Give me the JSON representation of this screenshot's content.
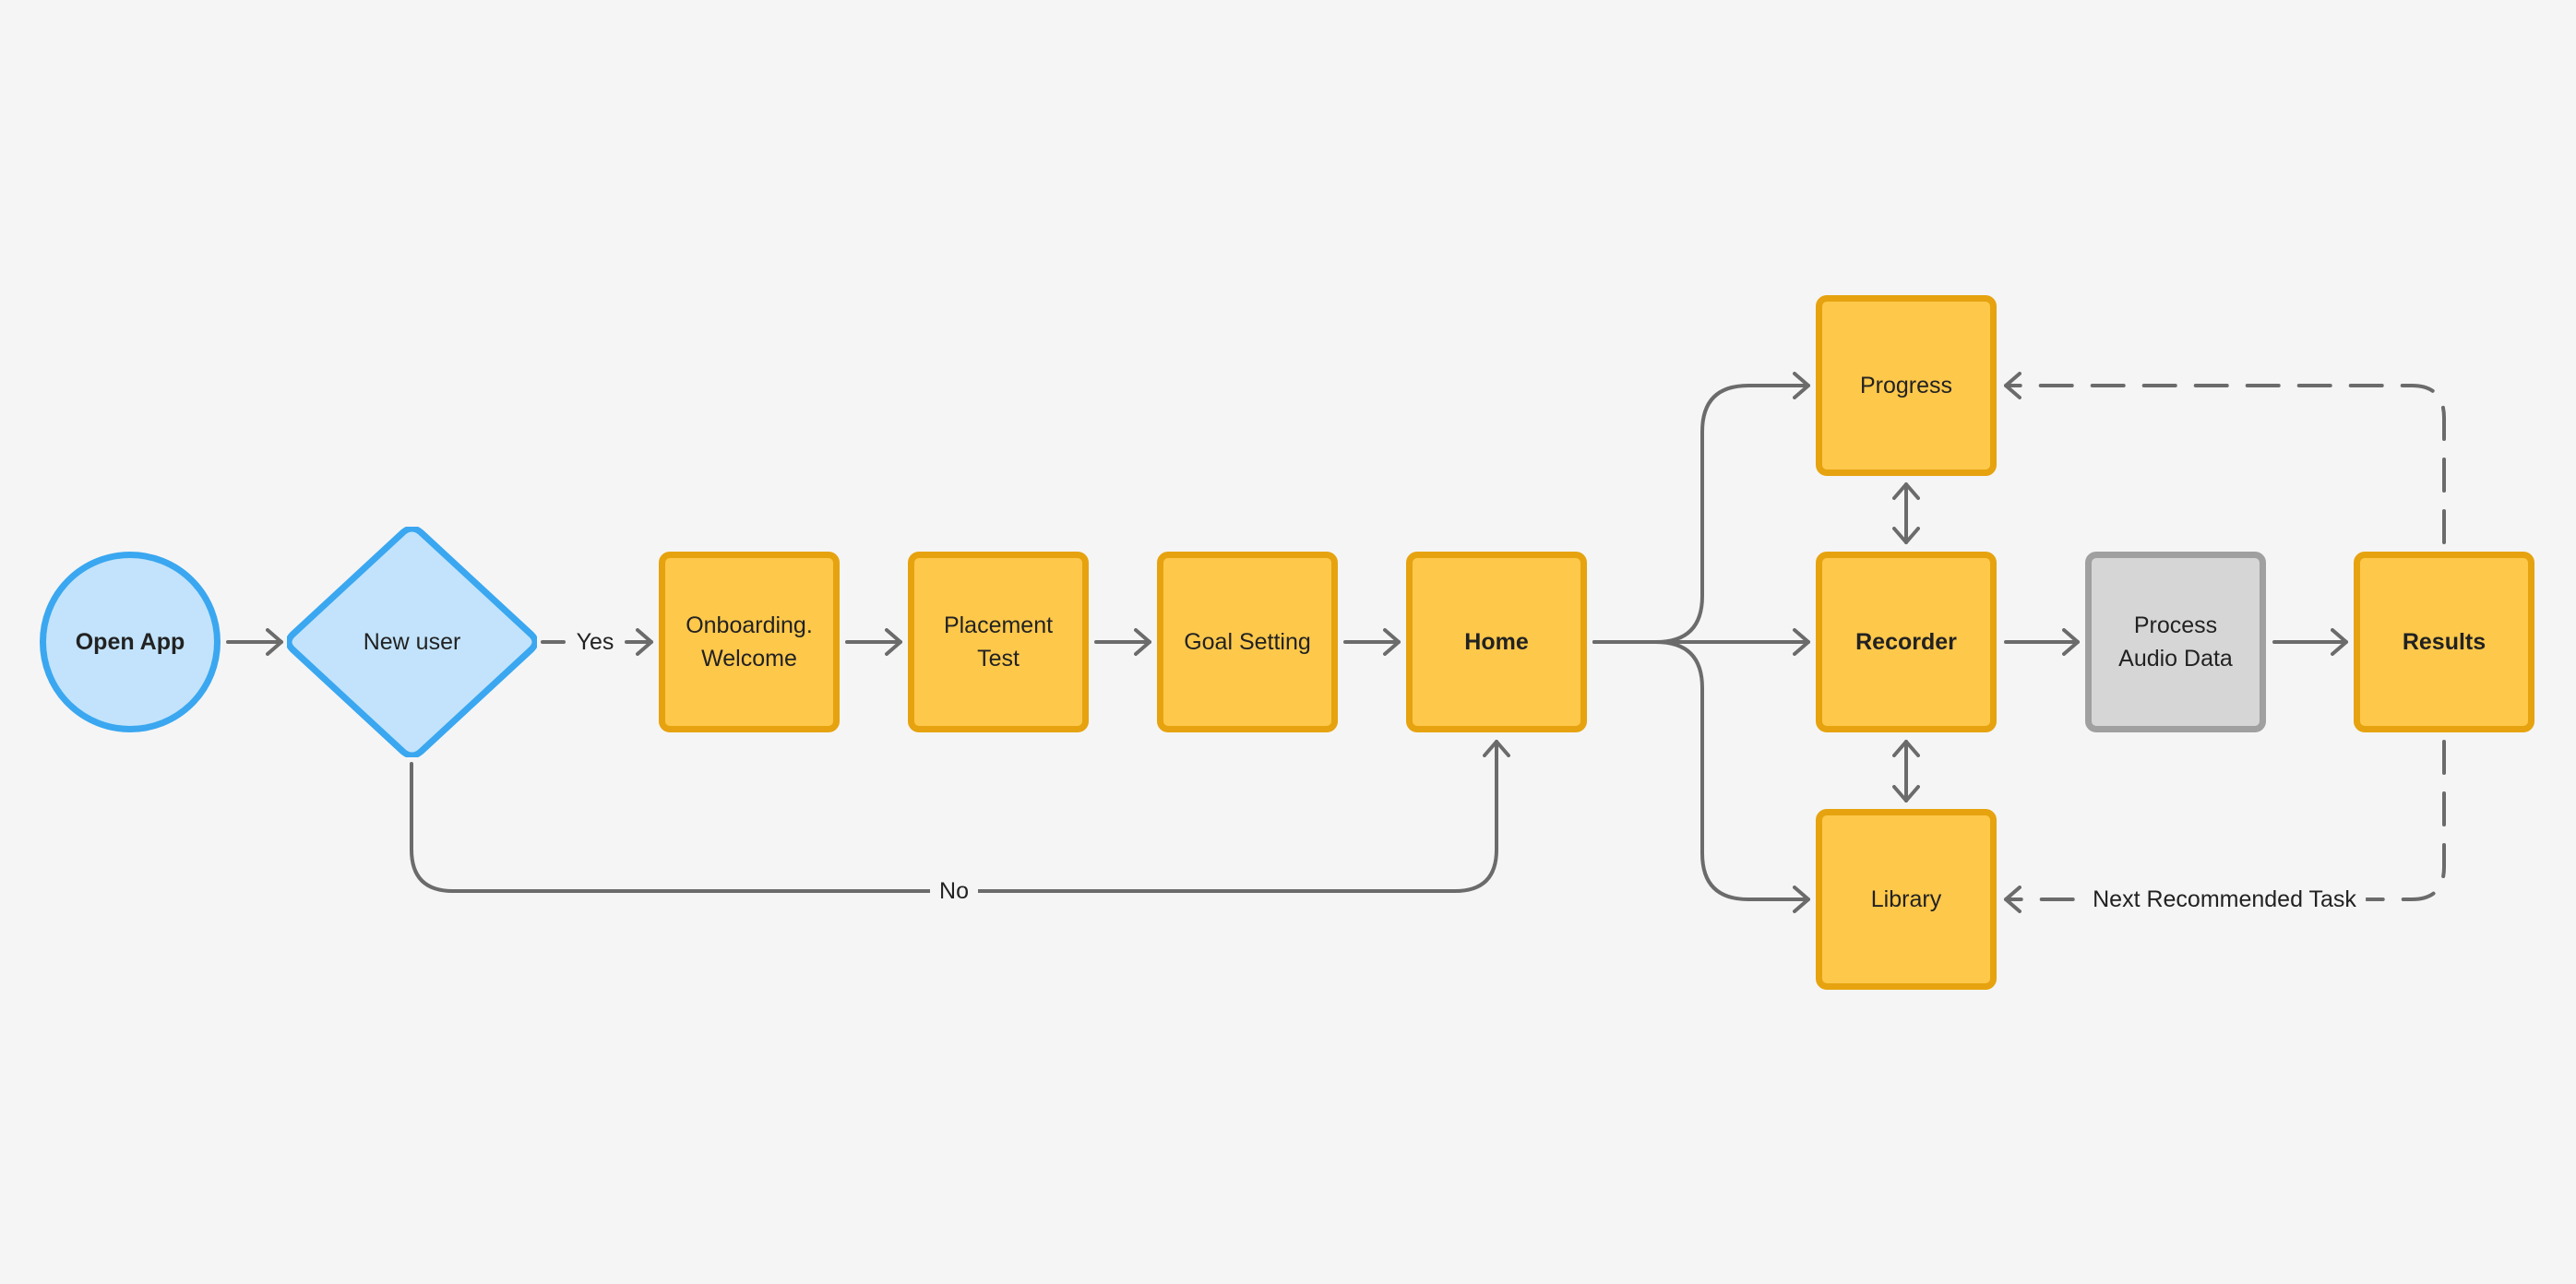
{
  "nodes": {
    "open_app": "Open App",
    "new_user": "New user",
    "onboarding": "Onboarding.\nWelcome",
    "placement": "Placement\nTest",
    "goal": "Goal Setting",
    "home": "Home",
    "progress": "Progress",
    "recorder": "Recorder",
    "library": "Library",
    "process": "Process\nAudio Data",
    "results": "Results"
  },
  "edge_labels": {
    "yes": "Yes",
    "no": "No",
    "next_task": "Next Recommended Task"
  },
  "colors": {
    "background": "#f5f5f5",
    "start_fill": "#c2e3fb",
    "start_stroke": "#3aa7f0",
    "process_fill": "#fec84b",
    "process_stroke": "#e6a30f",
    "system_fill": "#d6d6d6",
    "system_stroke": "#a0a0a0",
    "connector": "#6b6b6b"
  }
}
